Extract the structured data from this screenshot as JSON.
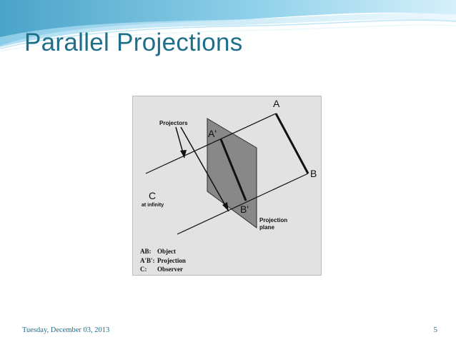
{
  "slide": {
    "title": "Parallel Projections",
    "footer_date": "Tuesday, December 03, 2013",
    "page_number": "5"
  },
  "figure": {
    "point_a": "A",
    "point_b": "B",
    "point_a_prime": "A'",
    "point_b_prime": "B'",
    "projectors_label": "Projectors",
    "observer_letter": "C",
    "observer_note": "at infinity",
    "plane_label_line1": "Projection",
    "plane_label_line2": "plane",
    "legend": [
      {
        "key": "AB:",
        "text": "Object"
      },
      {
        "key": "A'B':",
        "text": "Projection"
      },
      {
        "key": "C:",
        "text": "Observer"
      }
    ]
  }
}
